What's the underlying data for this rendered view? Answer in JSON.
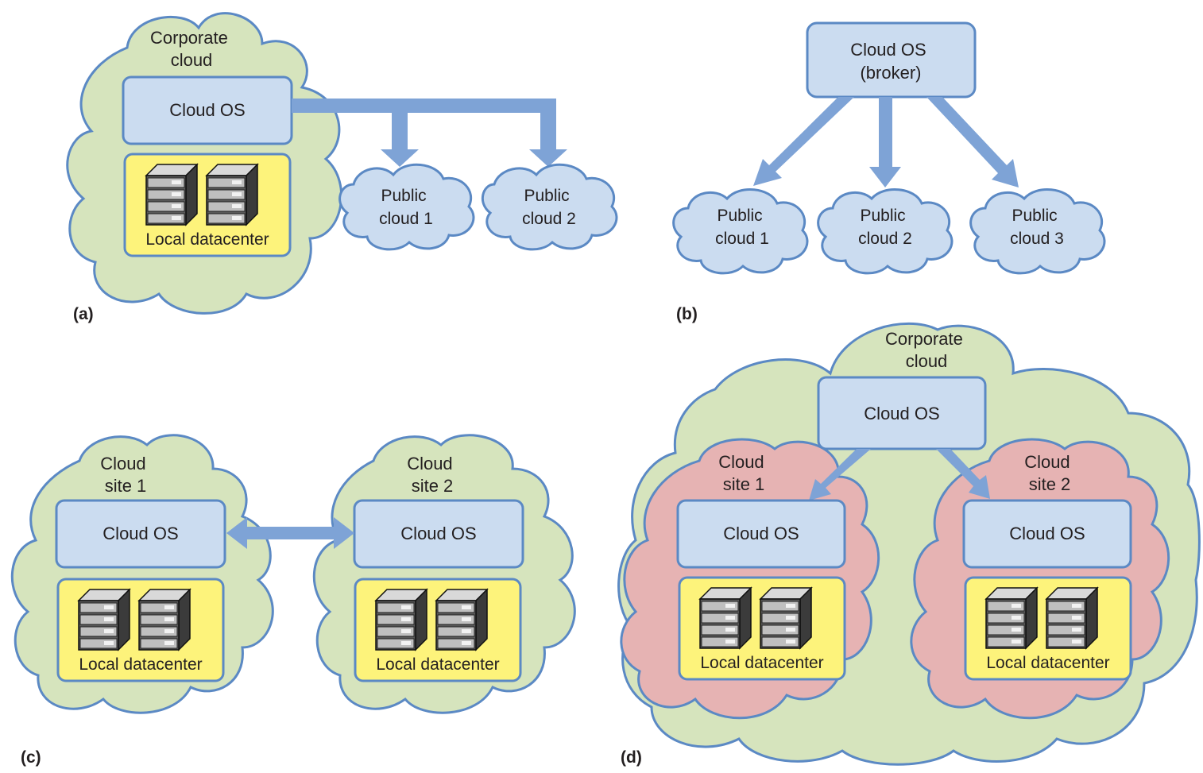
{
  "colors": {
    "green_cloud": "#d6e4bd",
    "red_cloud": "#e6b3b3",
    "blue_box": "#cbdcf0",
    "yellow_box": "#fdf37b",
    "outline": "#5b89c4",
    "arrow": "#7ea3d6"
  },
  "icons": {
    "server": "server-rack-icon",
    "cloud": "cloud-shape"
  },
  "panels": {
    "a": {
      "tag": "(a)",
      "corporate_cloud": [
        "Corporate",
        "cloud"
      ],
      "cloud_os": "Cloud OS",
      "datacenter": "Local datacenter",
      "public_1": [
        "Public",
        "cloud 1"
      ],
      "public_2": [
        "Public",
        "cloud 2"
      ]
    },
    "b": {
      "tag": "(b)",
      "broker": [
        "Cloud OS",
        "(broker)"
      ],
      "public_1": [
        "Public",
        "cloud 1"
      ],
      "public_2": [
        "Public",
        "cloud 2"
      ],
      "public_3": [
        "Public",
        "cloud 3"
      ]
    },
    "c": {
      "tag": "(c)",
      "site_1": [
        "Cloud",
        "site 1"
      ],
      "site_2": [
        "Cloud",
        "site 2"
      ],
      "cloud_os_1": "Cloud OS",
      "cloud_os_2": "Cloud OS",
      "datacenter_1": "Local datacenter",
      "datacenter_2": "Local datacenter"
    },
    "d": {
      "tag": "(d)",
      "corporate_cloud": [
        "Corporate",
        "cloud"
      ],
      "cloud_os_top": "Cloud OS",
      "site_1": [
        "Cloud",
        "site 1"
      ],
      "site_2": [
        "Cloud",
        "site 2"
      ],
      "cloud_os_1": "Cloud OS",
      "cloud_os_2": "Cloud OS",
      "datacenter_1": "Local datacenter",
      "datacenter_2": "Local datacenter"
    }
  }
}
